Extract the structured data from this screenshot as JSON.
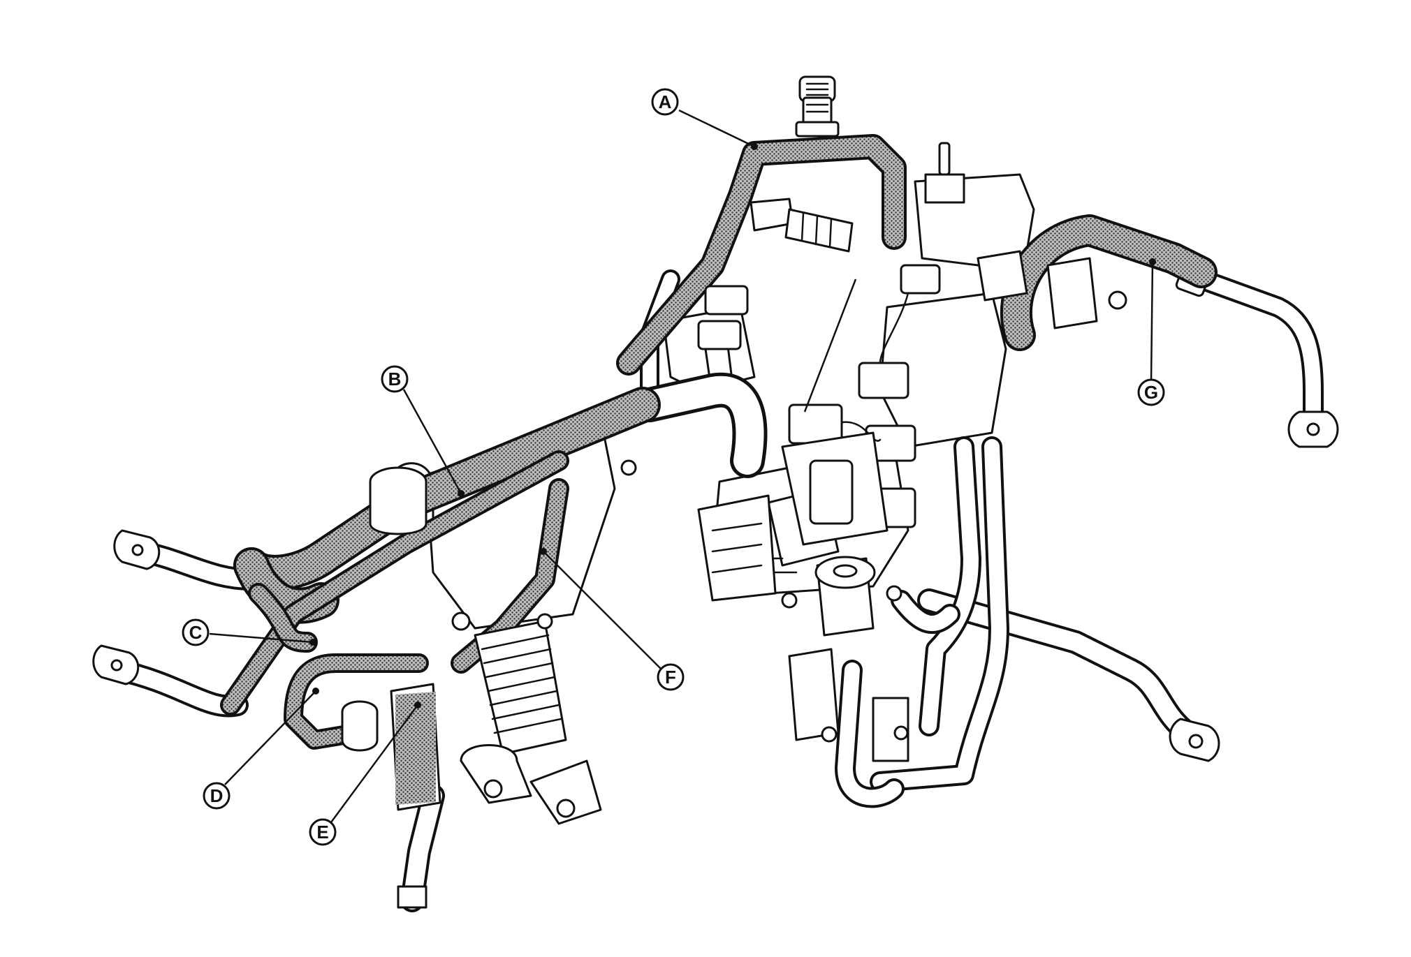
{
  "figure": {
    "callouts": [
      {
        "id": "A",
        "label": "A"
      },
      {
        "id": "B",
        "label": "B"
      },
      {
        "id": "C",
        "label": "C"
      },
      {
        "id": "D",
        "label": "D"
      },
      {
        "id": "E",
        "label": "E"
      },
      {
        "id": "F",
        "label": "F"
      },
      {
        "id": "G",
        "label": "G"
      }
    ],
    "colors": {
      "line": "#111111",
      "background": "#ffffff",
      "hatch": "#555555"
    }
  }
}
